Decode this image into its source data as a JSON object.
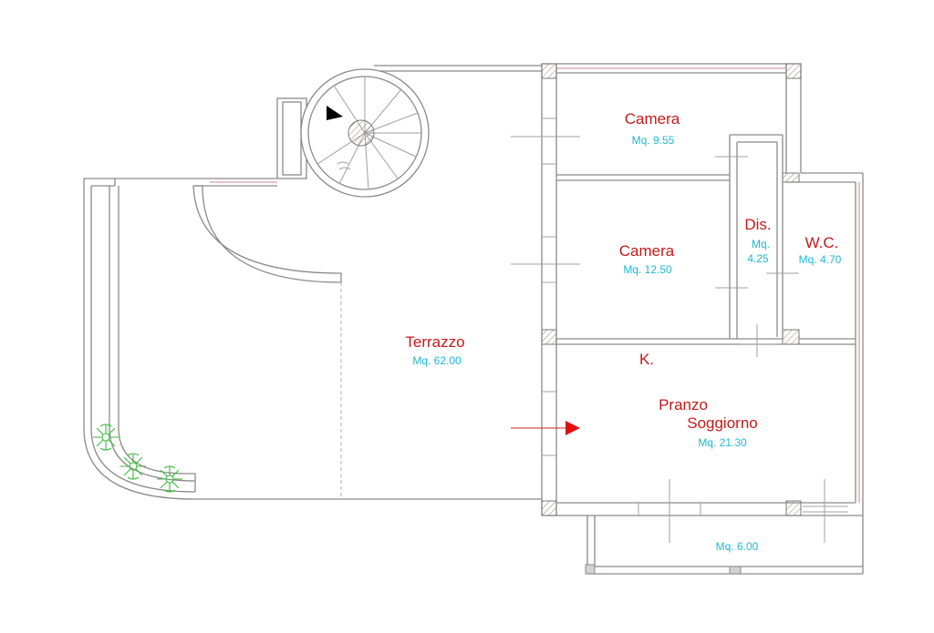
{
  "rooms": {
    "camera_top": {
      "name": "Camera",
      "area": "Mq. 9.55"
    },
    "camera_mid": {
      "name": "Camera",
      "area": "Mq. 12.50"
    },
    "dis": {
      "name": "Dis.",
      "area_line1": "Mq.",
      "area_line2": "4.25"
    },
    "wc": {
      "name": "W.C.",
      "area": "Mq. 4.70"
    },
    "terrazzo": {
      "name": "Terrazzo",
      "area": "Mq. 62.00"
    },
    "kitchen": {
      "name": "K."
    },
    "pranzo": {
      "name_line1": "Pranzo",
      "name_line2": "Soggiorno",
      "area": "Mq. 21.30"
    },
    "balcony": {
      "area": "Mq. 6.00"
    }
  },
  "colors": {
    "room_name": "#c41a1a",
    "room_area": "#1fb8d4",
    "walls": "#8a8a8a",
    "plants": "#3cba3c",
    "entrance_arrow": "#e01010"
  }
}
